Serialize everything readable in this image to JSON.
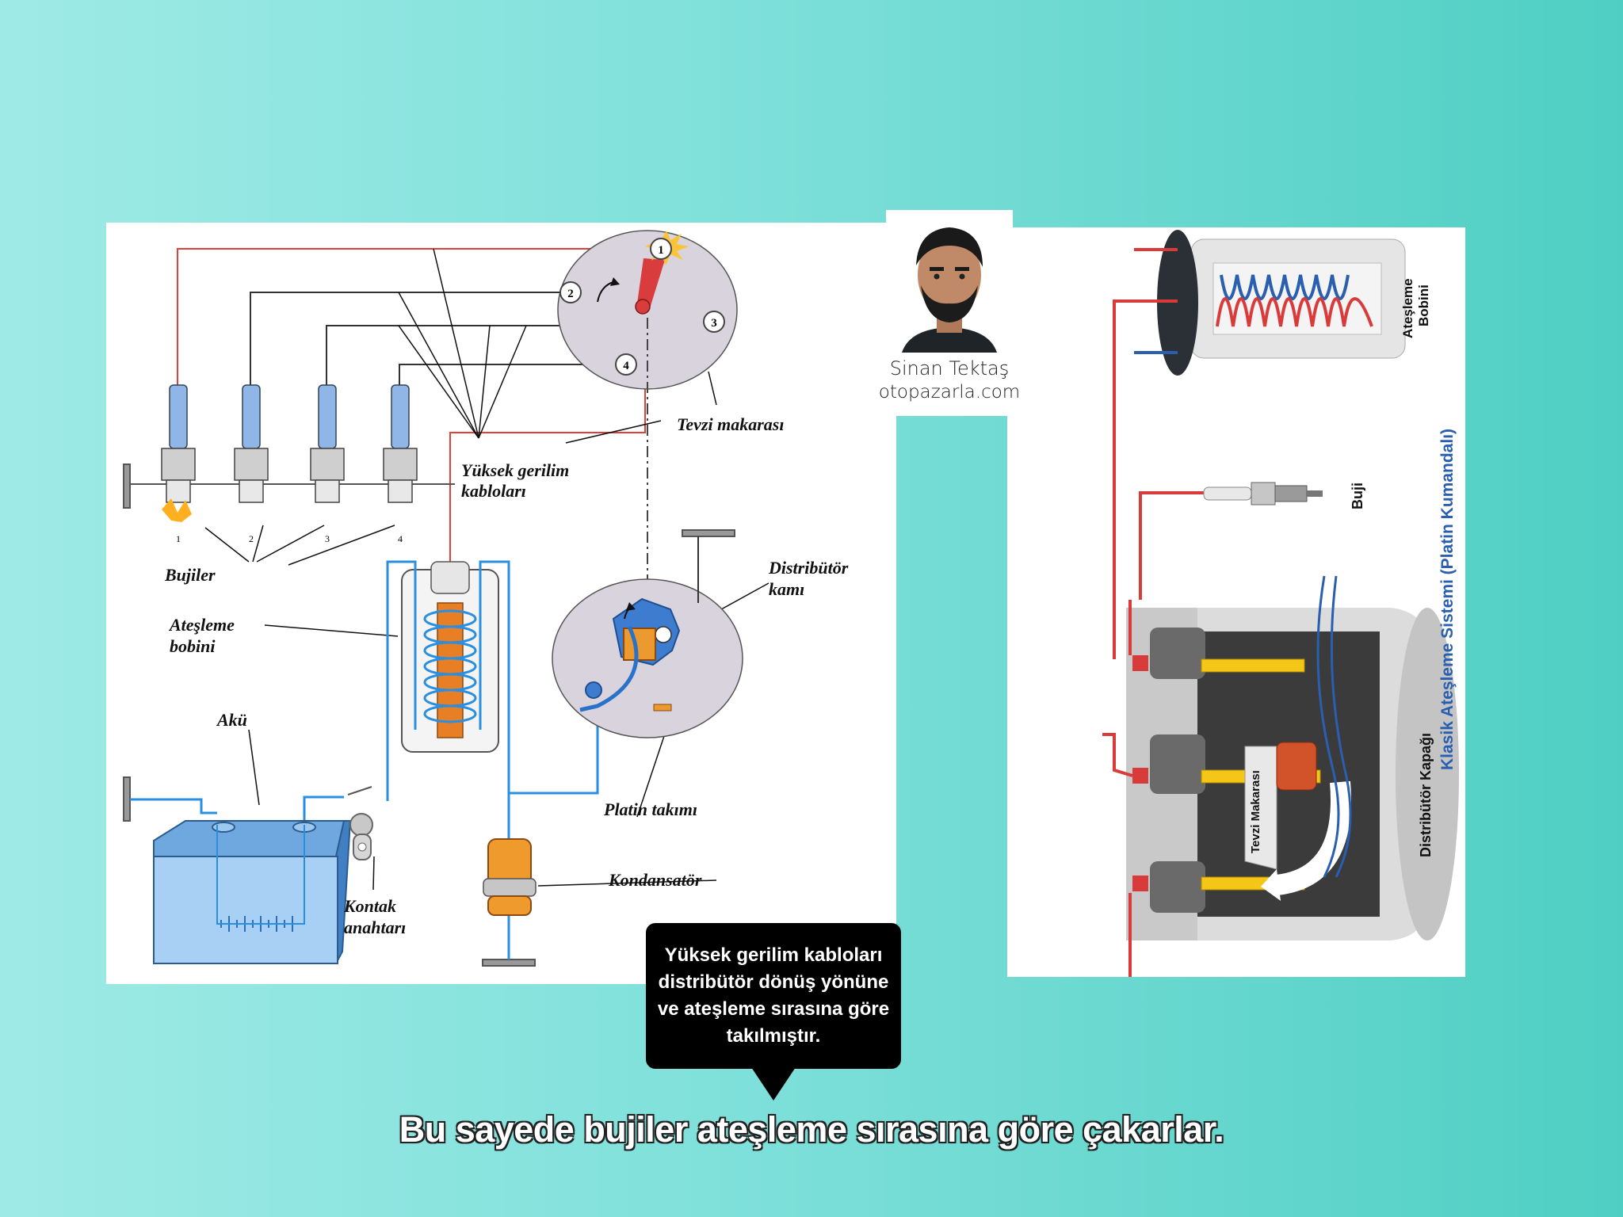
{
  "left_diagram": {
    "labels": {
      "distributor_cap": "Tevzi makarası",
      "hv_cables_line1": "Yüksek gerilim",
      "hv_cables_line2": "kabloları",
      "spark_plugs": "Bujiler",
      "coil_line1": "Ateşleme",
      "coil_line2": "bobini",
      "battery": "Akü",
      "key_line1": "Kontak",
      "key_line2": "anahtarı",
      "cam_line1": "Distribütör",
      "cam_line2": "kamı",
      "points": "Platin takımı",
      "condenser": "Kondansatör"
    },
    "terminal_numbers": [
      "1",
      "2",
      "3",
      "4"
    ],
    "plug_numbers": [
      "1",
      "2",
      "3",
      "4"
    ]
  },
  "right_diagram": {
    "coil_label_line1": "Ateşleme",
    "coil_label_line2": "Bobini",
    "plug_label": "Buji",
    "system_title": "Klasik Ateşleme Sistemi (Platin Kumandalı)",
    "cap_label": "Distribütör Kapağı",
    "rotor_label": "Tevzi Makarası"
  },
  "presenter": {
    "name": "Sinan Tektaş",
    "site": "otopazarla.com"
  },
  "bubble_text": "Yüksek gerilim kabloları distribütör dönüş yönüne ve ateşleme sırasına göre takılmıştır.",
  "subtitle": "Bu sayede bujiler ateşleme sırasına göre çakarlar.",
  "colors": {
    "hv_red": "#e0403a",
    "lv_blue": "#2a8fe0",
    "bubble_bg": "#000000"
  }
}
